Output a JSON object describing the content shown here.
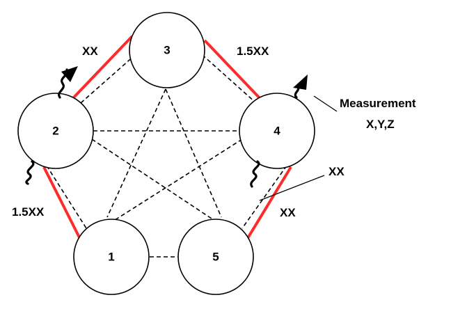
{
  "nodes": [
    {
      "id": "1",
      "label": "1"
    },
    {
      "id": "2",
      "label": "2"
    },
    {
      "id": "3",
      "label": "3"
    },
    {
      "id": "4",
      "label": "4"
    },
    {
      "id": "5",
      "label": "5"
    }
  ],
  "labels": {
    "edge_2_3": "XX",
    "edge_3_4": "1.5XX",
    "edge_1_2": "1.5XX",
    "edge_4_5": "XX",
    "callout_xx": "XX",
    "measurement_line1": "Measurement",
    "measurement_line2": "X,Y,Z"
  },
  "colors": {
    "highlight_edge": "#ff2b2b",
    "stroke": "#000000"
  }
}
